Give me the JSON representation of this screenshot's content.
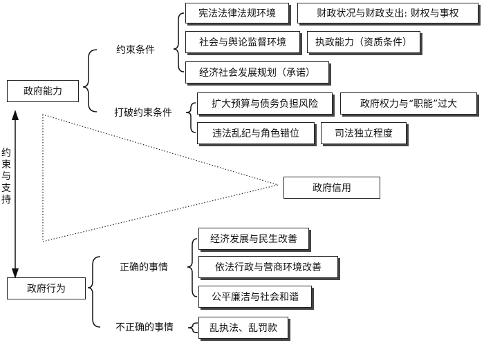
{
  "nodes": {
    "gov_capacity": "政府能力",
    "gov_behavior": "政府行为",
    "gov_credit": "政府信用",
    "constraint": "约束条件",
    "break_constraint": "打破约束条件",
    "correct_things": "正确的事情",
    "incorrect_things": "不正确的事情",
    "vertical_label": "约束与支持"
  },
  "leaves": {
    "law_env": "宪法法律法规环境",
    "finance": "财政状况与财政支出: 财权与事权",
    "supervision": "社会与舆论监督环境",
    "governing_ability": "执政能力（资质条件）",
    "econ_plan": "经济社会发展规划（承诺）",
    "budget_debt": "扩大预算与债务负担风险",
    "power_function": "政府权力与“职能”过大",
    "law_violation": "违法乱纪与角色错位",
    "judicial": "司法独立程度",
    "econ_dev": "经济发展与民生改善",
    "law_admin": "依法行政与营商环境改善",
    "fairness": "公平廉洁与社会和谐",
    "arbitrary": "乱执法、乱罚款"
  }
}
